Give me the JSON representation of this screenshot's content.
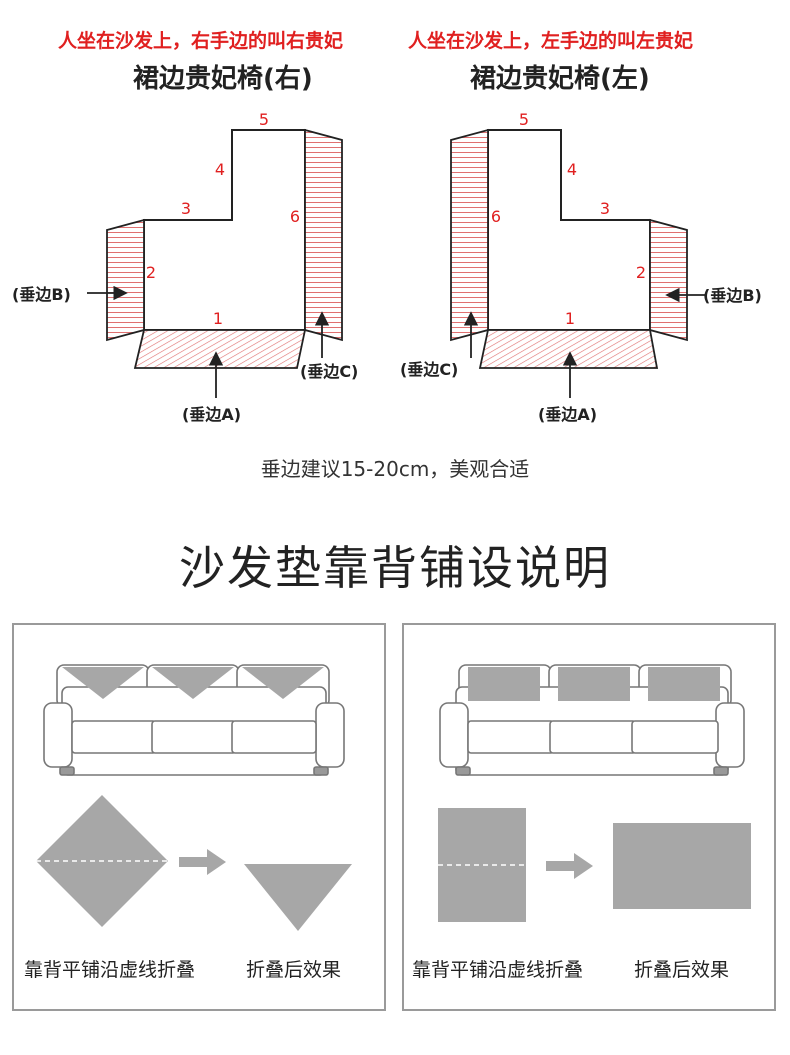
{
  "top_section": {
    "right": {
      "note": "人坐在沙发上，右手边的叫右贵妃",
      "title": "裙边贵妃椅(右)"
    },
    "left": {
      "note": "人坐在沙发上，左手边的叫左贵妃",
      "title": "裙边贵妃椅(左)"
    },
    "edge_numbers": [
      "1",
      "2",
      "3",
      "4",
      "5",
      "6"
    ],
    "labels": {
      "skirt_a": "(垂边A)",
      "skirt_b": "(垂边B)",
      "skirt_c": "(垂边C)"
    },
    "note": "垂边建议15-20cm，美观合适"
  },
  "bottom_section": {
    "heading": "沙发垫靠背铺设说明",
    "panels": [
      {
        "caption_fold": "靠背平铺沿虚线折叠",
        "caption_result": "折叠后效果"
      },
      {
        "caption_fold": "靠背平铺沿虚线折叠",
        "caption_result": "折叠后效果"
      }
    ]
  },
  "colors": {
    "red": "#e02020",
    "hatch": "#e06060",
    "gray_fill": "#a7a7a7",
    "line": "#222222"
  }
}
